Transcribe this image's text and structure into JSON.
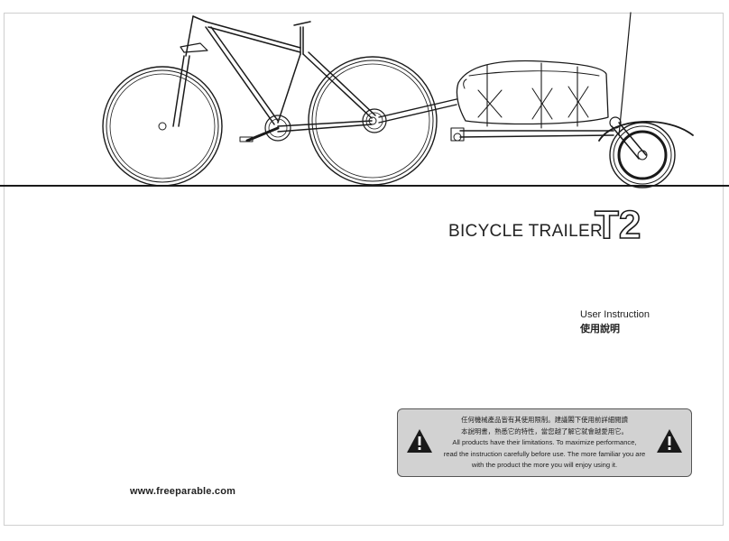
{
  "cover": {
    "title": "BICYCLE TRAILER",
    "model": "T2",
    "subtitle_en": "User Instruction",
    "subtitle_zh": "使用說明",
    "website": "www.freeparable.com"
  },
  "warning": {
    "zh_line1": "任何機械產品皆有其使用限制。建議閣下使用前詳細閱讀",
    "zh_line2": "本說明書，熟悉它的特性，當您越了解它就會越愛用它。",
    "en_line1": "All products have their limitations. To maximize performance,",
    "en_line2": "read the instruction carefully before use. The more familiar you are",
    "en_line3": "with the product the more you will enjoy using it.",
    "icon_left": "warning-triangle-icon",
    "icon_right": "warning-triangle-icon"
  },
  "colors": {
    "ink": "#1a1a1a",
    "warning_panel": "#d2d2d2"
  }
}
